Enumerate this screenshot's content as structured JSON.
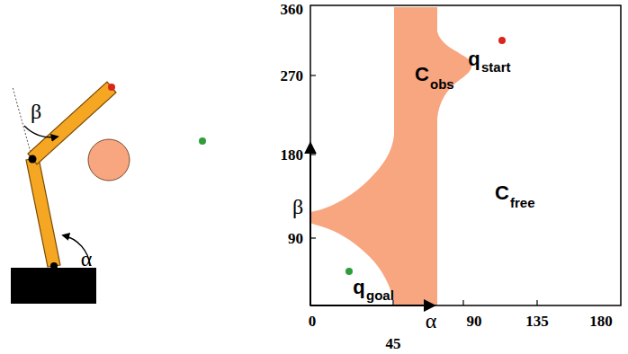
{
  "diagram": {
    "labels": [
      "β",
      "α",
      "360",
      "270",
      "180",
      "90",
      "0",
      "45",
      "90",
      "135",
      "180",
      "β",
      "α",
      "C",
      "obs",
      "C",
      "free",
      "q",
      "start",
      "q",
      "goal"
    ]
  }
}
